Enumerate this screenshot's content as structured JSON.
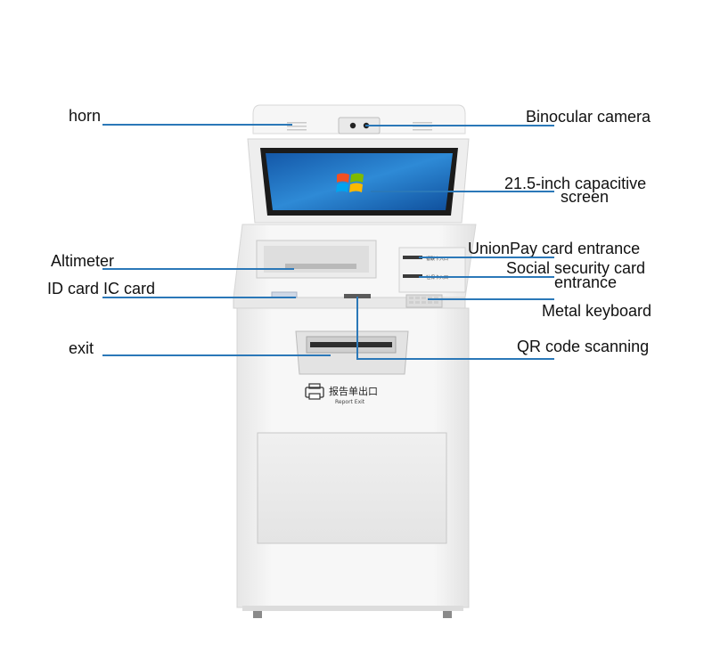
{
  "colors": {
    "leader_line": "#2b78b8",
    "kiosk_body": "#f4f4f4",
    "screen_blue": "#1e6fc0"
  },
  "left_labels": {
    "horn": "horn",
    "altimeter": "Altimeter",
    "id_card": "ID card IC card",
    "exit": "exit"
  },
  "right_labels": {
    "camera": "Binocular camera",
    "screen_line1": "21.5-inch capacitive",
    "screen_line2": "screen",
    "unionpay": "UnionPay card entrance",
    "social_line1": "Social security card",
    "social_line2": "entrance",
    "keyboard": "Metal keyboard",
    "qr": "QR code scanning"
  },
  "kiosk_text": {
    "report_exit_cn": "报告单出口",
    "report_exit_en": "Report Exit",
    "unionpay_slot_cn": "银联卡入口",
    "social_slot_cn": "社保卡入口"
  },
  "icons": {
    "screen": "windows-logo-icon",
    "printer": "printer-icon"
  }
}
